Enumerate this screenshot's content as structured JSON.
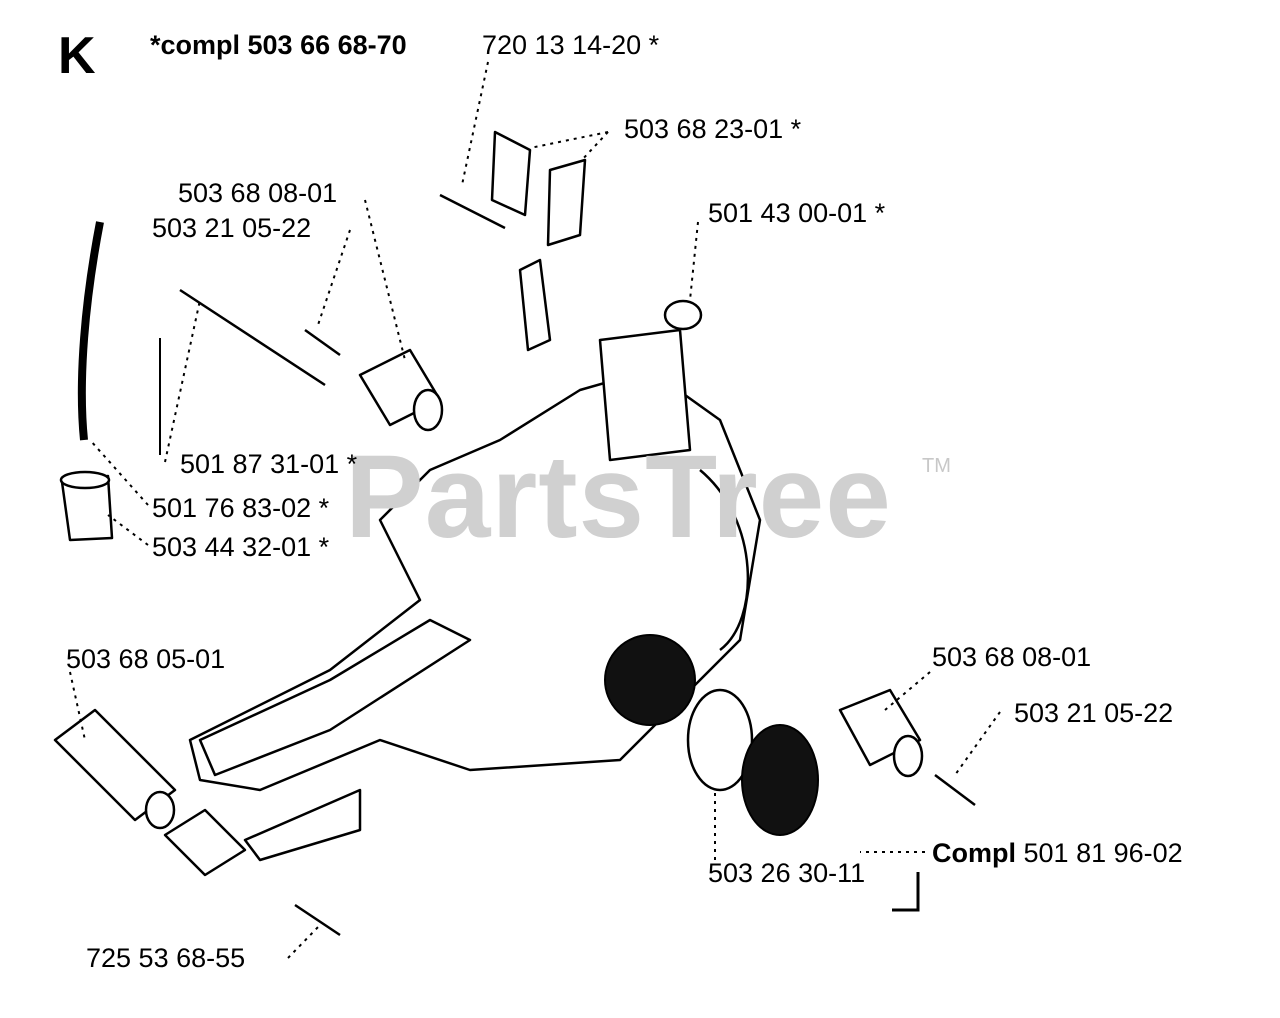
{
  "section_letter": "K",
  "kit_label": "*compl 503 66 68-70",
  "watermark": "PartsTree",
  "trademark": "TM",
  "labels": {
    "p1": "720 13 14-20 *",
    "p2": "503 68 23-01 *",
    "p3": "503 68 08-01",
    "p4": "503 21 05-22",
    "p5": "501 43 00-01 *",
    "p6": "501 87 31-01 *",
    "p7": "501 76 83-02 *",
    "p8": "503 44 32-01 *",
    "p9": "503 68 05-01",
    "p10": "503 68 08-01",
    "p11": "503 21 05-22",
    "p12": "503 26 30-11",
    "p13": "725 53 68-55"
  },
  "compl_group": {
    "prefix": "Compl",
    "number": "501 81 96-02"
  }
}
